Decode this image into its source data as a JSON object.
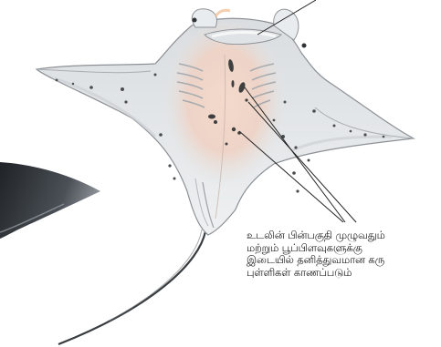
{
  "figure": {
    "caption_lines": [
      "உடலின் பின்பகுதி முழுவதும்",
      "மற்றும் பூப்பிளவுகளுக்கு",
      "இடையில் தனித்துவமான கரு",
      "புள்ளிகள் காணப்படும்"
    ]
  },
  "colors": {
    "body_fill": "#e6e6e6",
    "body_shade": "#cfd3d6",
    "belly_blush": "#f4d3c2",
    "spot": "#3f3f3f",
    "dark_fin": "#2d3034",
    "leader_line": "#222222"
  }
}
